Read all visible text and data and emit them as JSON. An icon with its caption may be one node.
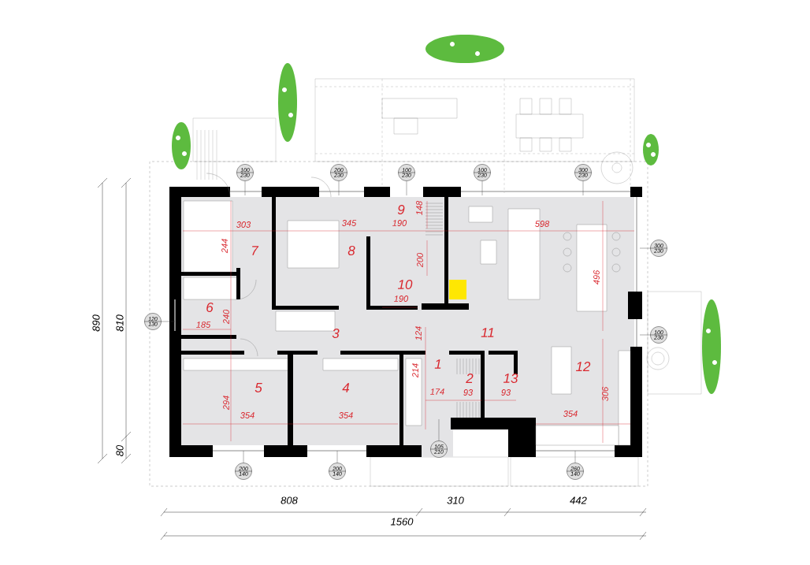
{
  "diagram": {
    "nodes": [
      {
        "text": [
          "100",
          "230"
        ]
      },
      {
        "text": [
          "200",
          "230"
        ]
      },
      {
        "text": [
          "100",
          "230"
        ]
      },
      {
        "text": [
          "100",
          "230"
        ]
      },
      {
        "text": [
          "300",
          "230"
        ]
      },
      {
        "text": [
          "300",
          "230"
        ]
      },
      {
        "text": [
          "120",
          "130"
        ]
      },
      {
        "text": [
          "100",
          "230"
        ]
      },
      {
        "text": [
          "200",
          "140"
        ]
      },
      {
        "text": [
          "200",
          "140"
        ]
      },
      {
        "text": [
          "105",
          "210"
        ]
      },
      {
        "text": [
          "260",
          "140"
        ]
      }
    ],
    "edges": [
      {
        "from": 0,
        "to": null,
        "arrow": "none"
      },
      {
        "from": 1,
        "to": null,
        "arrow": "none"
      },
      {
        "from": 2,
        "to": null,
        "arrow": "none"
      },
      {
        "from": 3,
        "to": null,
        "arrow": "none"
      },
      {
        "from": 4,
        "to": null,
        "arrow": "none"
      },
      {
        "from": 5,
        "to": null,
        "arrow": "none"
      },
      {
        "from": 6,
        "to": null,
        "arrow": "none"
      },
      {
        "from": 7,
        "to": null,
        "arrow": "none"
      },
      {
        "from": 8,
        "to": null,
        "arrow": "none"
      },
      {
        "from": 9,
        "to": null,
        "arrow": "none"
      },
      {
        "from": 10,
        "to": null,
        "arrow": "none"
      },
      {
        "from": 11,
        "to": null,
        "arrow": "none"
      }
    ],
    "labels": [
      "9",
      "148",
      "303",
      "345",
      "190",
      "598",
      "7",
      "8",
      "244",
      "200",
      "10",
      "190",
      "496",
      "6",
      "240",
      "185",
      "3",
      "124",
      "11",
      "1",
      "2",
      "13",
      "12",
      "214",
      "5",
      "4",
      "294",
      "354",
      "354",
      "174",
      "93",
      "93",
      "306",
      "354",
      "890",
      "810",
      "80",
      "808",
      "310",
      "442",
      "1560"
    ]
  }
}
